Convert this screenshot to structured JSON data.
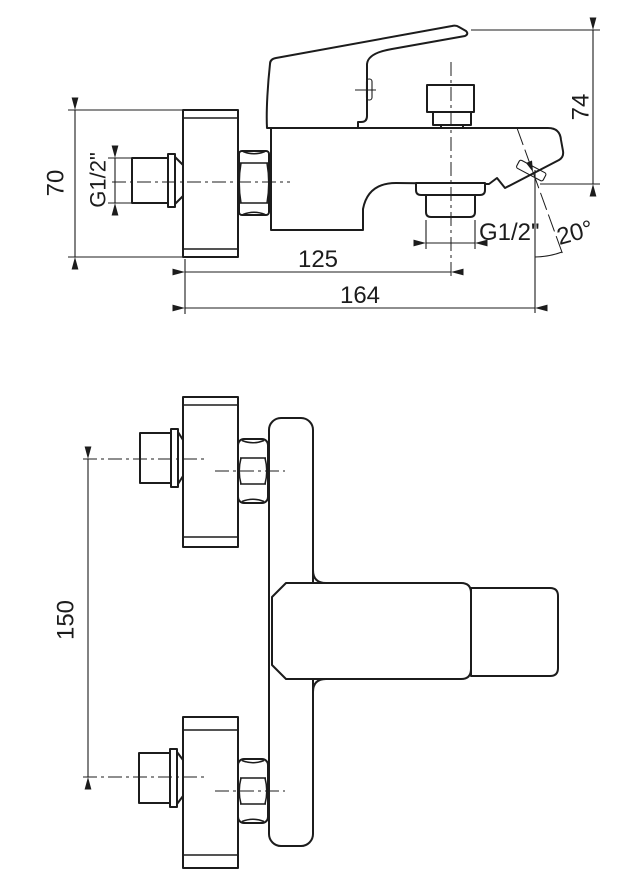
{
  "colors": {
    "background": "#ffffff",
    "line": "#1c1c1c"
  },
  "dimensions": {
    "side_view": {
      "plate_height": "70",
      "inlet_thread": "G1/2\"",
      "height_to_spout": "74",
      "wall_to_outlet_center": "125",
      "wall_to_spout_tip": "164",
      "outlet_thread": "G1/2\"",
      "spout_angle": "20°"
    },
    "plan_view": {
      "connection_centers": "150"
    }
  }
}
